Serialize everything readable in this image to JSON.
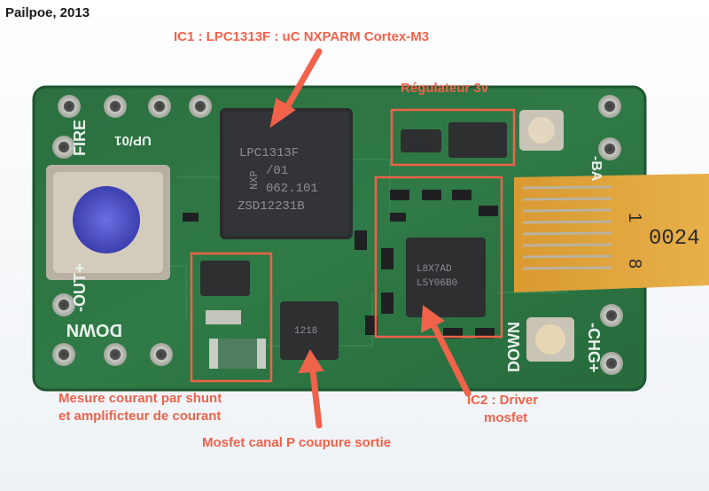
{
  "credit": "Pailpoe, 2013",
  "labels": {
    "ic1": "IC1 : LPC1313F :  uC NXPARM Cortex-M3",
    "regulator": "Régulateur 3v",
    "shunt_line1": "Mesure courant par shunt",
    "shunt_line2": "et amplificteur de courant",
    "mosfet": "Mosfet canal P coupure sortie",
    "ic2_line1": "IC2 : Driver",
    "ic2_line2": "mosfet"
  },
  "silkscreen": {
    "fire": "FIRE",
    "up": "UP/01",
    "down_left": "DOWN",
    "out": "-OUT+",
    "down_right": "DOWN",
    "ba": "-BA",
    "chg": "-CHG+"
  },
  "chip_markings": {
    "ic1_line1": "LPC1313F",
    "ic1_line2": "/01",
    "ic1_line3": "062.101",
    "ic1_line4": "ZSD12231B",
    "ic1_brand": "NXP",
    "ic2_line1": "L8X7AD",
    "ic2_line2": "L5Y06B0",
    "mosfet_mark": "1218"
  },
  "ribbon": {
    "pin_first": "1",
    "pin_last": "8",
    "code": "0024"
  },
  "colors": {
    "annotation": "#f0624a",
    "pcb": "#2f7a46",
    "ribbon": "#e2a63c"
  }
}
